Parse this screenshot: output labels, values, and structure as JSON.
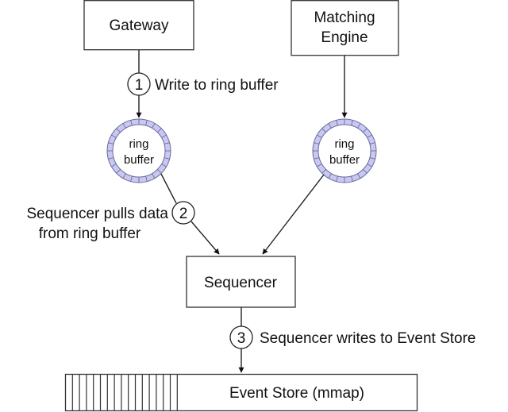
{
  "diagram": {
    "nodes": {
      "gateway": {
        "label": "Gateway"
      },
      "matching_engine": {
        "label_line1": "Matching",
        "label_line2": "Engine"
      },
      "ring_buffer_left": {
        "label_line1": "ring",
        "label_line2": "buffer"
      },
      "ring_buffer_right": {
        "label_line1": "ring",
        "label_line2": "buffer"
      },
      "sequencer": {
        "label": "Sequencer"
      },
      "event_store": {
        "label": "Event Store (mmap)"
      }
    },
    "steps": [
      {
        "number": "1",
        "text": "Write to ring buffer"
      },
      {
        "number": "2",
        "text_line1": "Sequencer pulls data",
        "text_line2": "from ring buffer"
      },
      {
        "number": "3",
        "text": "Sequencer writes to Event Store"
      }
    ],
    "edges": [
      {
        "from": "Gateway",
        "to": "ring buffer (left)"
      },
      {
        "from": "Matching Engine",
        "to": "ring buffer (right)"
      },
      {
        "from": "ring buffer (left)",
        "to": "Sequencer"
      },
      {
        "from": "ring buffer (right)",
        "to": "Sequencer"
      },
      {
        "from": "Sequencer",
        "to": "Event Store (mmap)"
      }
    ],
    "colors": {
      "ring_fill": "#c9c9f0",
      "ring_stroke": "#6a6aa0",
      "line": "#222222"
    }
  }
}
